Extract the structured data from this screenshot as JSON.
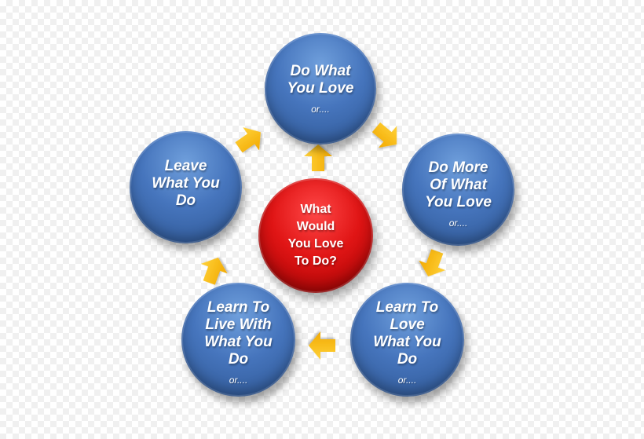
{
  "center": {
    "lines": "What\nWould\nYou Love\nTo Do?"
  },
  "nodes": [
    {
      "id": "do-what-you-love",
      "lines": "Do What\nYou Love",
      "sub": "or...."
    },
    {
      "id": "do-more-of-what-you-love",
      "lines": "Do More\nOf What\nYou Love",
      "sub": "or...."
    },
    {
      "id": "learn-to-love-what-you-do",
      "lines": "Learn To\nLove\nWhat You\nDo",
      "sub": "or...."
    },
    {
      "id": "learn-to-live-with-what-you-do",
      "lines": "Learn To\nLive With\nWhat You\nDo",
      "sub": "or...."
    },
    {
      "id": "leave-what-you-do",
      "lines": "Leave\nWhat You\nDo",
      "sub": ""
    }
  ],
  "colors": {
    "node_blue": "#4675bd",
    "center_red": "#e01515",
    "arrow_yellow": "#ffc20e",
    "text": "#ffffff"
  },
  "arrow_icon": "yellow-block-arrow"
}
